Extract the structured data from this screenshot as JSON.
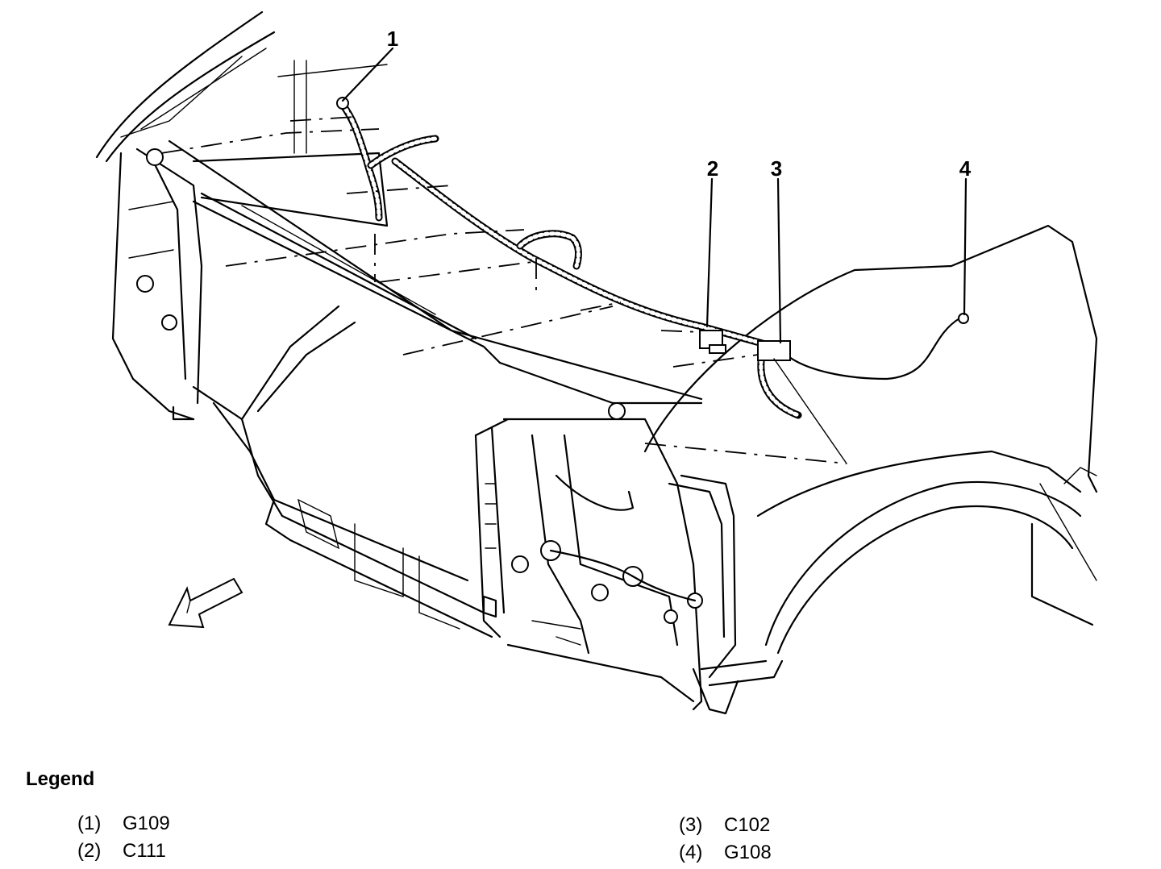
{
  "diagram": {
    "callouts": [
      {
        "id": "1"
      },
      {
        "id": "2"
      },
      {
        "id": "3"
      },
      {
        "id": "4"
      }
    ]
  },
  "legend": {
    "title": "Legend",
    "items": [
      {
        "num": "(1)",
        "label": "G109"
      },
      {
        "num": "(2)",
        "label": "C111"
      },
      {
        "num": "(3)",
        "label": "C102"
      },
      {
        "num": "(4)",
        "label": "G108"
      }
    ]
  }
}
